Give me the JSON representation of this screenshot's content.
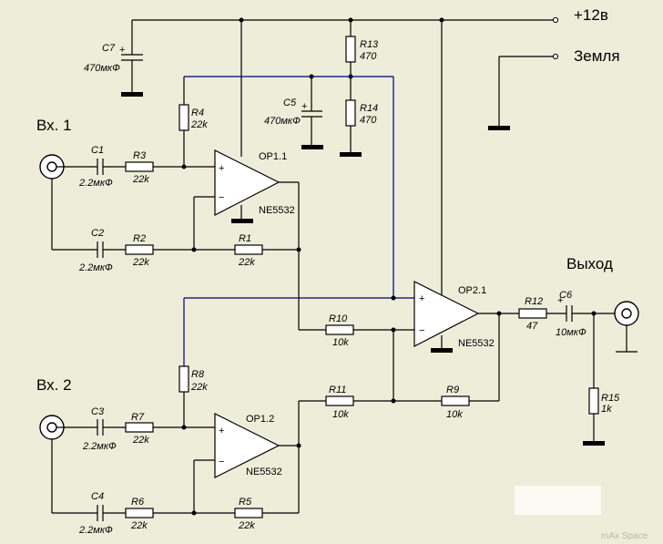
{
  "terminals": {
    "supply": "+12в",
    "ground": "Земля",
    "input1": "Вх. 1",
    "input2": "Вх. 2",
    "output": "Выход"
  },
  "components": {
    "C1": {
      "ref": "C1",
      "value": "2.2мкФ"
    },
    "C2": {
      "ref": "C2",
      "value": "2.2мкФ"
    },
    "C3": {
      "ref": "C3",
      "value": "2.2мкФ"
    },
    "C4": {
      "ref": "C4",
      "value": "2.2мкФ"
    },
    "C5": {
      "ref": "C5",
      "value": "470мкФ"
    },
    "C6": {
      "ref": "C6",
      "value": "10мкФ"
    },
    "C7": {
      "ref": "C7",
      "value": "470мкФ"
    },
    "R1": {
      "ref": "R1",
      "value": "22k"
    },
    "R2": {
      "ref": "R2",
      "value": "22k"
    },
    "R3": {
      "ref": "R3",
      "value": "22k"
    },
    "R4": {
      "ref": "R4",
      "value": "22k"
    },
    "R5": {
      "ref": "R5",
      "value": "22k"
    },
    "R6": {
      "ref": "R6",
      "value": "22k"
    },
    "R7": {
      "ref": "R7",
      "value": "22k"
    },
    "R8": {
      "ref": "R8",
      "value": "22k"
    },
    "R9": {
      "ref": "R9",
      "value": "10k"
    },
    "R10": {
      "ref": "R10",
      "value": "10k"
    },
    "R11": {
      "ref": "R11",
      "value": "10k"
    },
    "R12": {
      "ref": "R12",
      "value": "47"
    },
    "R13": {
      "ref": "R13",
      "value": "470"
    },
    "R14": {
      "ref": "R14",
      "value": "470"
    },
    "R15": {
      "ref": "R15",
      "value": "1k"
    }
  },
  "opamps": {
    "OP11": {
      "ref": "OP1.1",
      "part": "NE5532"
    },
    "OP12": {
      "ref": "OP1.2",
      "part": "NE5532"
    },
    "OP21": {
      "ref": "OP2.1",
      "part": "NE5532"
    }
  },
  "pins": {
    "plus": "+",
    "minus": "−"
  },
  "watermark": "mAx Space"
}
